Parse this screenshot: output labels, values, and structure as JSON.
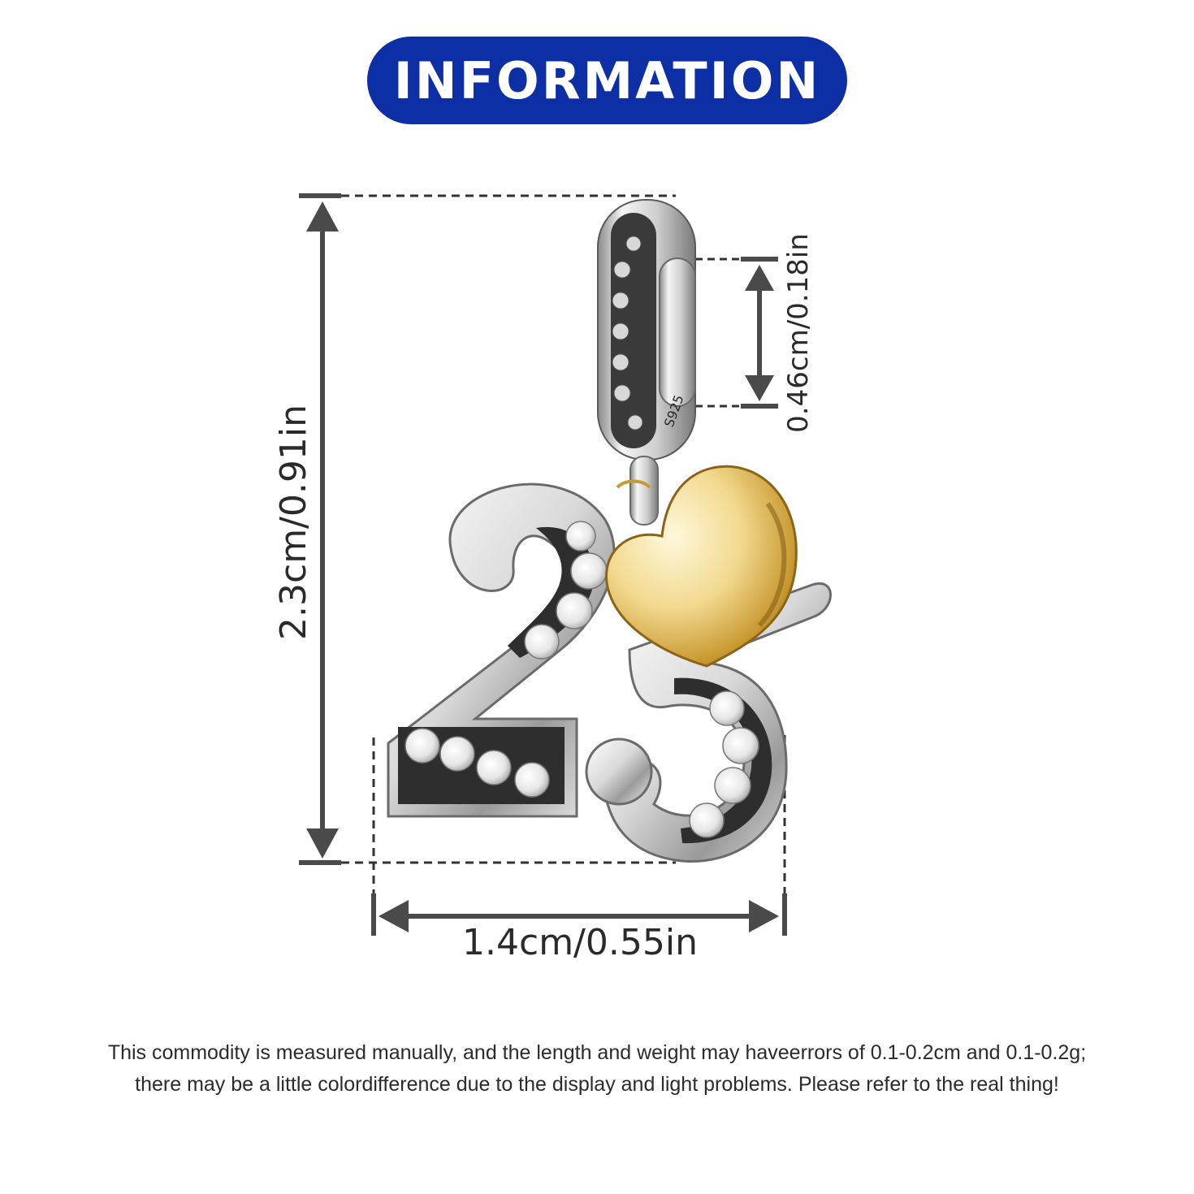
{
  "header": {
    "title": "INFORMATION",
    "accent_color": "#0d2fa5"
  },
  "dimensions": {
    "height_label": "2.3cm/0.91in",
    "hole_label": "0.46cm/0.18in",
    "width_label": "1.4cm/0.55in"
  },
  "product": {
    "stamp_text": "S925"
  },
  "notice": {
    "line1": "This commodity is measured manually, and the length and weight may haveerrors of 0.1-0.2cm and 0.1-0.2g;",
    "line2": "there may be a little colordifference due to the display and light problems. Please refer to the real thing!"
  },
  "icons": [
    "height-dimension-arrow-icon",
    "hole-dimension-arrow-icon",
    "width-dimension-arrow-icon",
    "heart-charm-icon",
    "number-25-charm-icon"
  ]
}
